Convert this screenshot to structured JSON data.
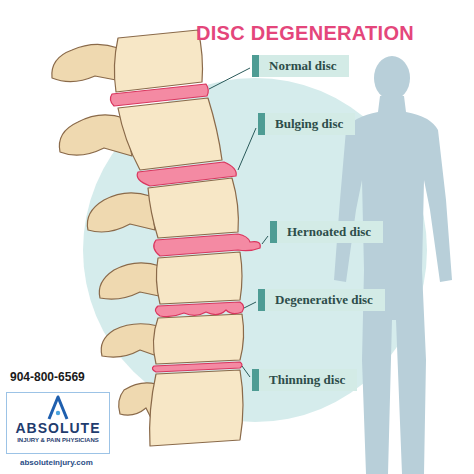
{
  "diagram": {
    "title": "DISC DEGENERATION",
    "nodes": [
      {
        "text": [
          "Normal disc"
        ]
      },
      {
        "text": [
          "Bulging disc"
        ]
      },
      {
        "text": [
          "Hernoated disc"
        ]
      },
      {
        "text": [
          "Degenerative disc"
        ]
      },
      {
        "text": [
          "Thinning disc"
        ]
      },
      {
        "text": [
          "ABSOLUTE",
          "INJURY & PAIN PHYSICIANS"
        ]
      }
    ],
    "labels": [
      "904-800-6569",
      "absoluteinjury.com"
    ]
  }
}
